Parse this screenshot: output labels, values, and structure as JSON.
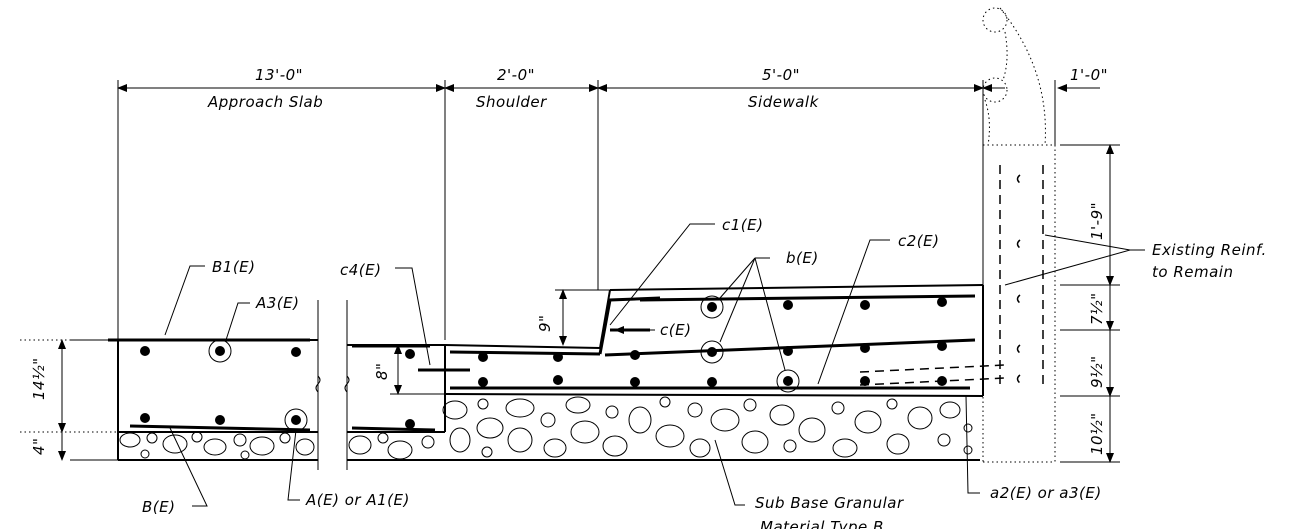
{
  "dimensions": {
    "approach_len": "13'-0\"",
    "approach_name": "Approach Slab",
    "shoulder_len": "2'-0\"",
    "shoulder_name": "Shoulder",
    "sidewalk_len": "5'-0\"",
    "sidewalk_name": "Sidewalk",
    "edge_len": "1'-0\"",
    "slab_thk": "14½\"",
    "base_thk": "4\"",
    "step_9": "9\"",
    "step_8": "8\"",
    "curb_top": "1'-9\"",
    "curb_7": "7½\"",
    "curb_9": "9½\"",
    "curb_10": "10½\""
  },
  "labels": {
    "B1": "B1(E)",
    "A3": "A3(E)",
    "c4": "c4(E)",
    "c1": "c1(E)",
    "b": "b(E)",
    "c2": "c2(E)",
    "c": "c(E)",
    "existing_reinf_1": "Existing Reinf.",
    "existing_reinf_2": "to Remain",
    "B": "B(E)",
    "A": "A(E) or A1(E)",
    "subbase_1": "Sub Base Granular",
    "subbase_2": "Material Type B",
    "a2": "a2(E) or a3(E)"
  }
}
